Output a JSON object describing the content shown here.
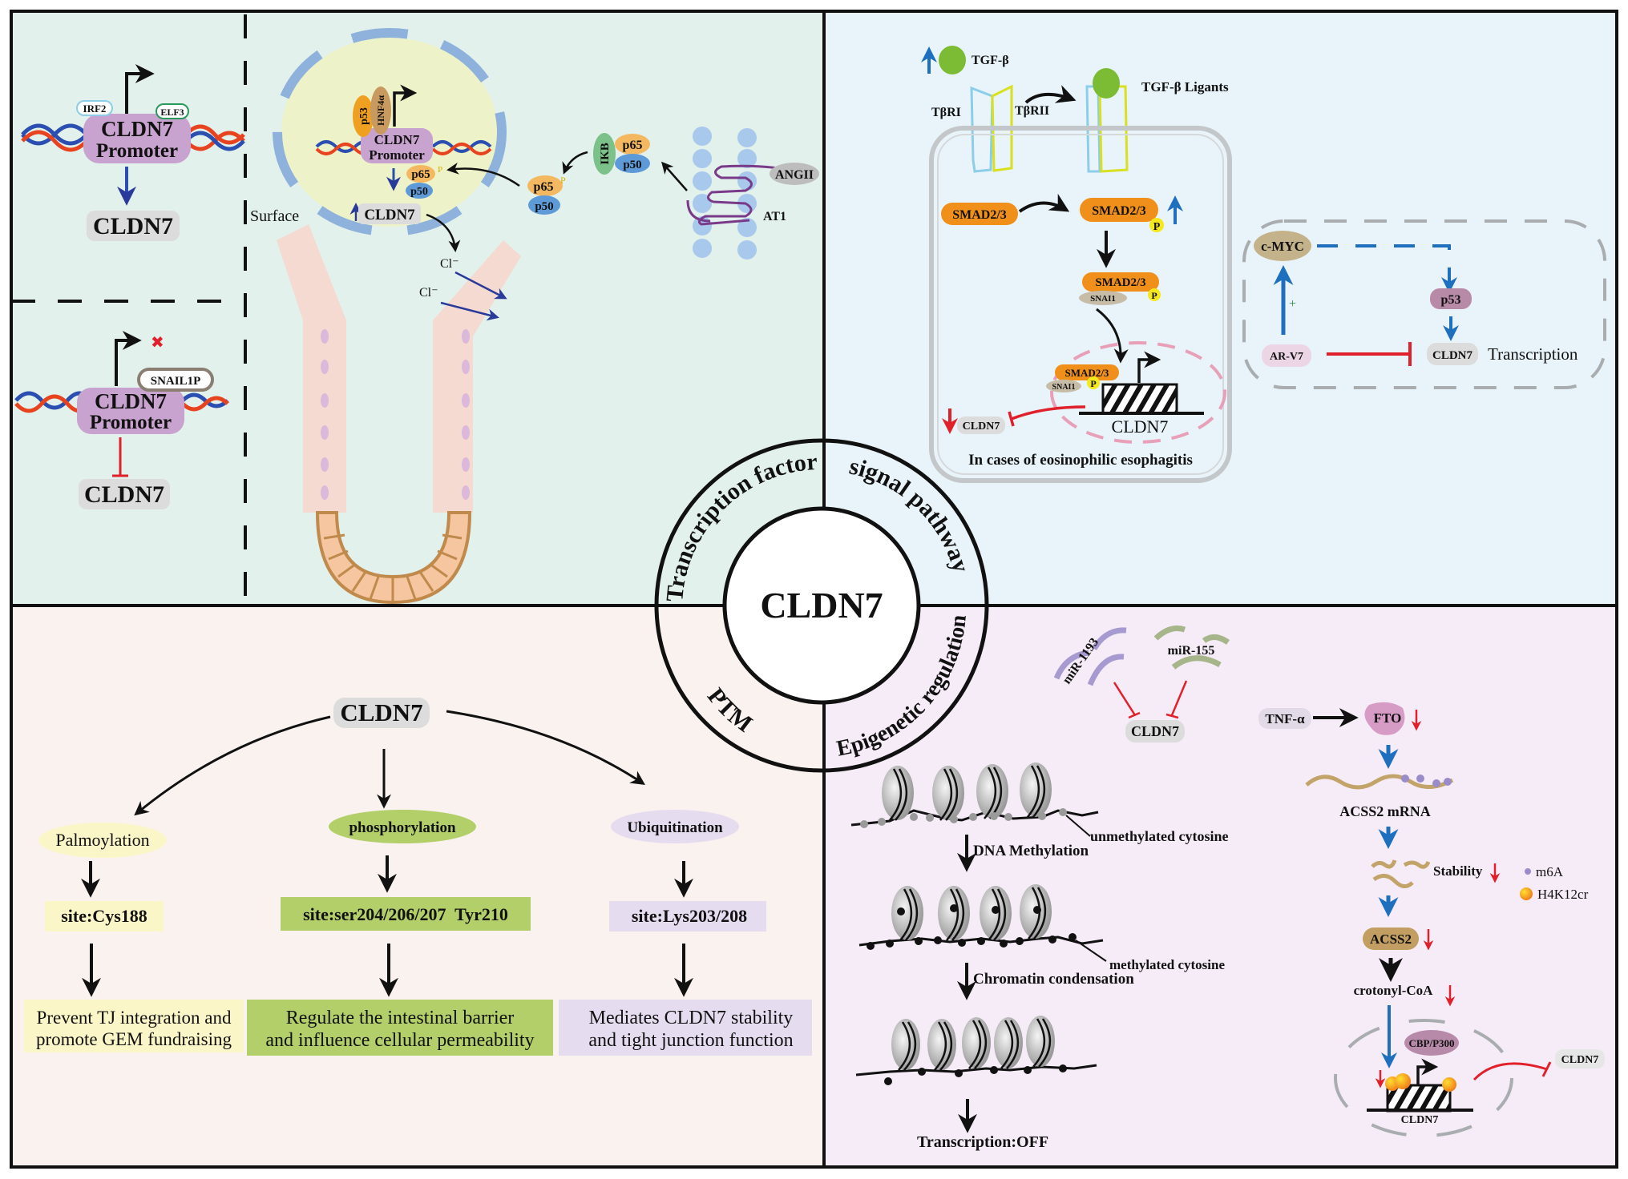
{
  "title": "CLDN7",
  "colors": {
    "panel_tf": "#e3f1ec",
    "panel_signal": "#e8f4f9",
    "panel_ptm": "#faf2ee",
    "panel_epi": "#f6ecf7",
    "promoter": "#c9a3cf",
    "cldn7_box": "#dcdcdc",
    "dna_red": "#e8431f",
    "dna_blue": "#2a4fb0",
    "arrow_blue": "#1f6fbf",
    "inhibit_red": "#e0202a",
    "smad": "#f0901a",
    "phos_yellow": "#f5e81c",
    "tgf_green": "#7cbb34"
  },
  "hub": {
    "center_label": "CLDN7",
    "sectors": {
      "transcription_factor": "Transcription factor",
      "signal_pathway": "signal pathway",
      "ptm": "PTM",
      "epigenetic": "Epigenetic regulation"
    }
  },
  "transcription_factor": {
    "activation": {
      "factor_left": "IRF2",
      "factor_right": "ELF3",
      "promoter_line1": "CLDN7",
      "promoter_line2": "Promoter",
      "product": "CLDN7"
    },
    "repression": {
      "factor": "SNAIL1P",
      "promoter_line1": "CLDN7",
      "promoter_line2": "Promoter",
      "product": "CLDN7",
      "blocked_mark": "✖"
    },
    "crypt": {
      "surface_label": "Surface",
      "nucleus_factors": [
        "p53",
        "HNF4α"
      ],
      "promoter_line1": "CLDN7",
      "promoter_line2": "Promoter",
      "p65": "p65",
      "p50": "p50",
      "phospho": "P",
      "product": "CLDN7",
      "ion1": "Cl⁻",
      "ion2": "Cl⁻",
      "cyto_p65": "p65",
      "cyto_p50": "p50",
      "ikb": "IKB",
      "complex_p65": "p65",
      "complex_p50": "p50",
      "ligand": "ANGII",
      "receptor": "AT1"
    }
  },
  "signal_pathway": {
    "tgfb": "TGF-β",
    "receptor1": "TβRI",
    "receptor2": "TβRII",
    "ligands": "TGF-β Ligants",
    "smad_1": "SMAD2/3",
    "smad_2": "SMAD2/3",
    "smad_3": "SMAD2/3",
    "snai1_1": "SNAI1",
    "smad_4": "SMAD2/3",
    "snai1_2": "SNAI1",
    "phospho": "P",
    "gene": "CLDN7",
    "product": "CLDN7",
    "caption": "In cases of eosinophilic esophagitis",
    "myc_loop": {
      "cmyc": "c-MYC",
      "plus": "+",
      "arv7": "AR-V7",
      "p53": "p53",
      "cldn7": "CLDN7",
      "transcription": "Transcription"
    }
  },
  "ptm": {
    "root": "CLDN7",
    "branches": [
      {
        "type": "Palmoylation",
        "site": "site:Cys188",
        "effect_line1": "Prevent TJ integration and",
        "effect_line2": "promote GEM fundraising"
      },
      {
        "type": "phosphorylation",
        "site": "site:ser204/206/207  Tyr210",
        "effect_line1": "Regulate the intestinal barrier",
        "effect_line2": "and influence cellular permeability"
      },
      {
        "type": "Ubiquitination",
        "site": "site:Lys203/208",
        "effect_line1": "Mediates CLDN7 stability",
        "effect_line2": "and tight junction function"
      }
    ]
  },
  "epigenetic": {
    "mirna_1": "miR-1193",
    "mirna_2": "miR-155",
    "mirna_target": "CLDN7",
    "unmethylated": "unmethylated cytosine",
    "step1": "DNA Methylation",
    "methylated": "methylated cytosine",
    "step2": "Chromatin condensation",
    "outcome": "Transcription:OFF",
    "tnf": "TNF-α",
    "fto": "FTO",
    "mrna": "ACSS2 mRNA",
    "stability": "Stability",
    "legend_m6a": "m6A",
    "legend_h4k12cr": "H4K12cr",
    "acss2": "ACSS2",
    "crotonyl": "crotonyl-CoA",
    "cbp": "CBP/P300",
    "gene": "CLDN7",
    "product": "CLDN7"
  }
}
